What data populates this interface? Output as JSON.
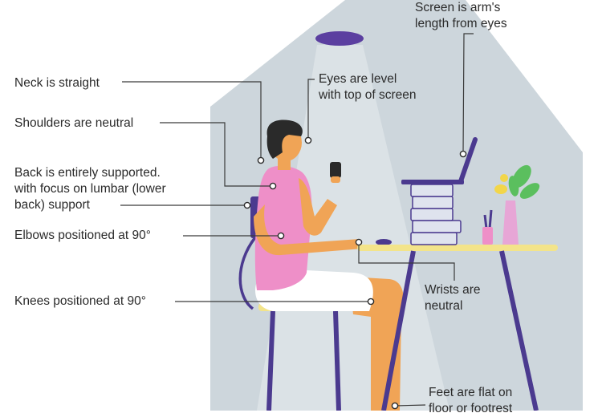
{
  "labels": {
    "neck": "Neck is straight",
    "shoulders": "Shoulders are neutral",
    "back": [
      "Back is entirely supported.",
      "with focus on lumbar (lower",
      "back) support"
    ],
    "elbows": "Elbows positioned at 90°",
    "knees": "Knees positioned at 90°",
    "eyes": [
      "Eyes are level",
      "with top of screen"
    ],
    "screen": [
      "Screen is arm's",
      "length from eyes"
    ],
    "wrists": [
      "Wrists are",
      "neutral"
    ],
    "feet": [
      "Feet are flat on",
      "floor or footrest"
    ]
  },
  "colors": {
    "room": "#cdd6dc",
    "light": "#5b3fa0",
    "skin": "#f0a456",
    "hair": "#2a2a2a",
    "shirt": "#ee8fc8",
    "shorts": "#ffffff",
    "furniture": "#4b3a8f",
    "desk": "#f3e48a",
    "books": "#dfe3ee",
    "vase": "#e7a6d6",
    "leaf": "#5bbf5e",
    "flower": "#f2d64a"
  }
}
